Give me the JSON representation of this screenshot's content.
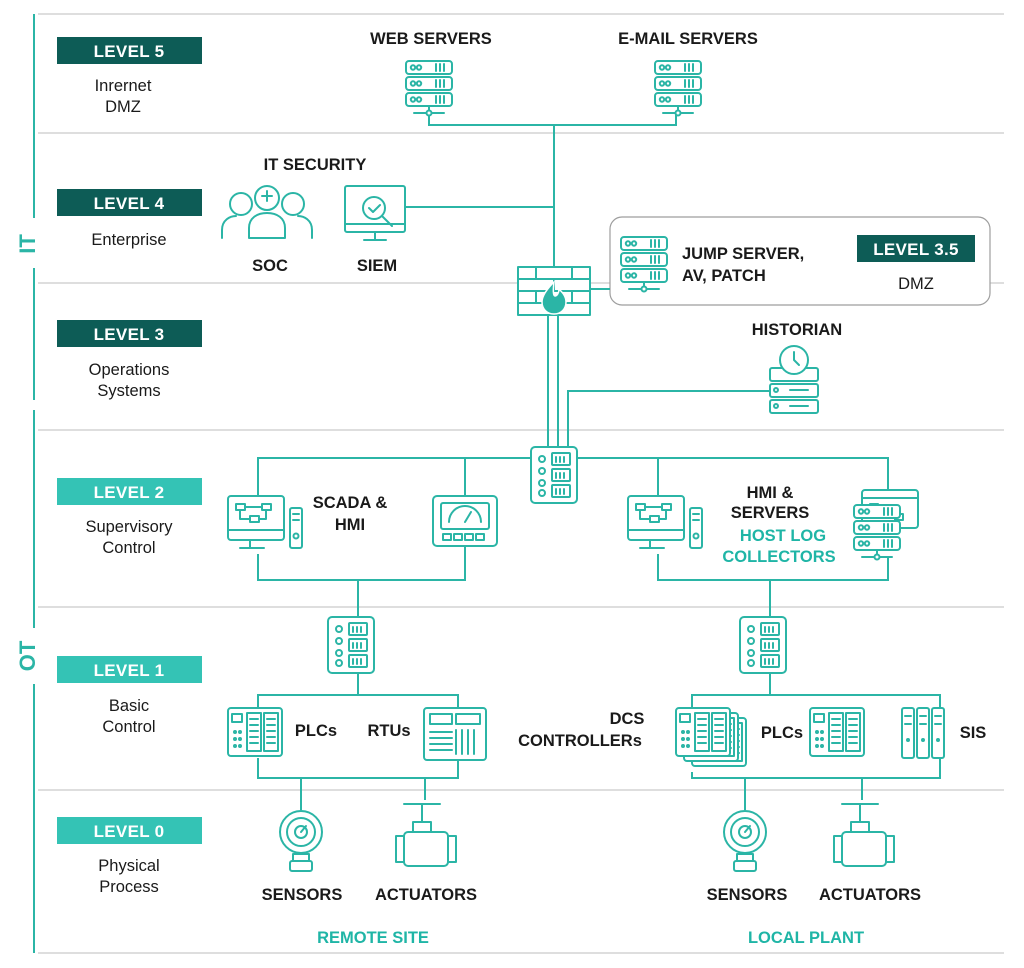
{
  "levels": [
    {
      "badge": "LEVEL 5",
      "desc1": "Inrernet",
      "desc2": "DMZ"
    },
    {
      "badge": "LEVEL 4",
      "desc1": "Enterprise",
      "desc2": ""
    },
    {
      "badge": "LEVEL 3",
      "desc1": "Operations",
      "desc2": "Systems"
    },
    {
      "badge": "LEVEL 2",
      "desc1": "Supervisory",
      "desc2": "Control"
    },
    {
      "badge": "LEVEL 1",
      "desc1": "Basic",
      "desc2": "Control"
    },
    {
      "badge": "LEVEL 0",
      "desc1": "Physical",
      "desc2": "Process"
    }
  ],
  "sides": {
    "it": "IT",
    "ot": "OT"
  },
  "labels": {
    "web_servers": "WEB SERVERS",
    "email_servers": "E-MAIL SERVERS",
    "it_security": "IT SECURITY",
    "soc": "SOC",
    "siem": "SIEM",
    "jump_1": "JUMP SERVER,",
    "jump_2": "AV, PATCH",
    "dmz_badge": "LEVEL 3.5",
    "dmz": "DMZ",
    "historian": "HISTORIAN",
    "scada_1": "SCADA &",
    "scada_2": "HMI",
    "hmi_1": "HMI &",
    "hmi_2": "SERVERS",
    "hostlog_1": "HOST LOG",
    "hostlog_2": "COLLECTORS",
    "plcs_remote": "PLCs",
    "rtus": "RTUs",
    "dcs_1": "DCS",
    "dcs_2": "CONTROLLERs",
    "plcs_local": "PLCs",
    "sis": "SIS",
    "sensors_remote": "SENSORS",
    "actuators_remote": "ACTUATORS",
    "sensors_local": "SENSORS",
    "actuators_local": "ACTUATORS",
    "remote_site": "REMOTE SITE",
    "local_plant": "LOCAL PLANT"
  },
  "colors": {
    "teal": "#2bb5a6",
    "dark_teal": "#0d5c56",
    "light_teal": "#34c3b5",
    "accent_text": "#1fb5a6"
  }
}
